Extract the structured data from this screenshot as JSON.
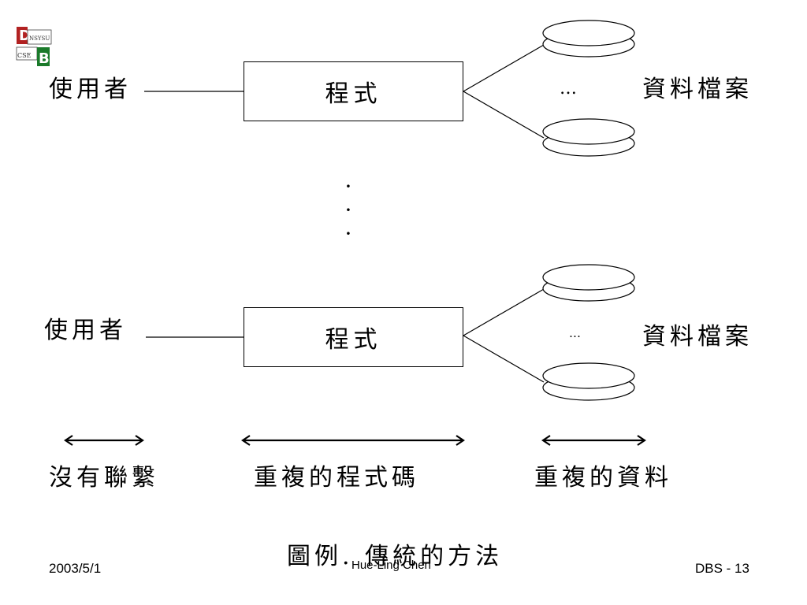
{
  "logo": {
    "text_top": "NSYSU",
    "text_bottom": "CSE",
    "letter_top": "D",
    "letter_bottom": "B",
    "color_top": "#b22222",
    "color_bottom": "#1a7a2a"
  },
  "rows": [
    {
      "user_label": "使用者",
      "program_label": "程式",
      "ellipsis": "…",
      "files_label": "資料檔案"
    },
    {
      "user_label": "使用者",
      "program_label": "程式",
      "ellipsis": "…",
      "files_label": "資料檔案"
    }
  ],
  "vertical_dots": [
    "·",
    "·",
    "·"
  ],
  "bottom_labels": {
    "left": "沒有聯繫",
    "middle": "重複的程式碼",
    "right": "重複的資料"
  },
  "caption": "圖例. 傳統的方法",
  "footer": {
    "date": "2003/5/1",
    "author": "Hue-Ling Chen",
    "slide": "DBS - 13"
  }
}
